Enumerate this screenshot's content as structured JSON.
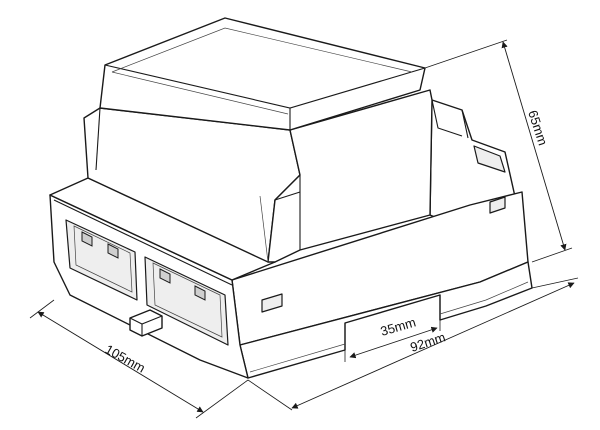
{
  "dimensions": {
    "depth": "105mm",
    "width": "92mm",
    "rail": "35mm",
    "height": "65mm"
  }
}
